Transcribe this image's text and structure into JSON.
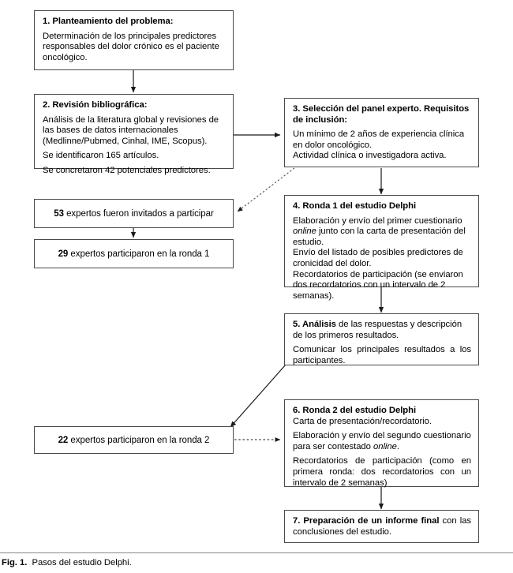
{
  "figure": {
    "caption_label": "Fig. 1.",
    "caption_text": "Pasos del estudio Delphi."
  },
  "boxes": {
    "step1": {
      "heading": "1. Planteamiento del problema:",
      "body": "Determinación de los principales predictores responsables del dolor crónico es el paciente oncológico."
    },
    "step2": {
      "heading": "2. Revisión bibliográfica:",
      "line1": "Análisis de la literatura global y revisiones de las bases de datos internacionales (Medlinne/Pubmed, Cinhal, IME, Scopus).",
      "line2": "Se identificaron 165 artículos.",
      "line3": "Se concretaron 42 potenciales predictores."
    },
    "step3": {
      "heading": "3. Selección del panel experto. Requisitos de inclusión:",
      "line1": "Un mínimo de 2 años de experiencia clínica en dolor oncológico.",
      "line2": "Actividad clínica o investigadora activa."
    },
    "step4": {
      "heading": "4. Ronda 1 del estudio Delphi",
      "line1_a": "Elaboración y envío del primer cuestionario ",
      "line1_italic": "online",
      "line1_b": " junto con la carta de presentación del estudio.",
      "line2": "Envío del listado de posibles predictores de cronicidad del dolor.",
      "line3": "Recordatorios de participación (se enviaron dos recordatorios con un intervalo de 2 semanas)."
    },
    "step5": {
      "heading_bold": "5. Análisis",
      "heading_rest": " de las respuestas y descripción de los primeros resultados.",
      "line2": "Comunicar los principales resultados a los participantes."
    },
    "step6": {
      "heading": "6. Ronda 2 del estudio Delphi",
      "line1": "Carta de presentación/recordatorio.",
      "line2_a": "Elaboración y envío del segundo cuestionario para ser contestado ",
      "line2_italic": "online",
      "line2_b": ".",
      "line3": "Recordatorios de participación (como en primera ronda: dos recordatorios con un intervalo de 2 semanas)"
    },
    "step7": {
      "heading_bold": "7. Preparación de un informe final",
      "heading_rest": " con las conclusiones del estudio."
    },
    "experts_invited": {
      "count": "53",
      "text": " expertos fueron invitados a participar"
    },
    "experts_round1": {
      "count": "29",
      "text": " expertos participaron en la ronda 1"
    },
    "experts_round2": {
      "count": "22",
      "text": " expertos participaron en la ronda 2"
    }
  },
  "connectors": [
    {
      "name": "arrow-step1-to-step2",
      "style": "solid"
    },
    {
      "name": "arrow-step2-to-step3",
      "style": "solid"
    },
    {
      "name": "arrow-step3-to-experts-invited",
      "style": "dotted"
    },
    {
      "name": "arrow-step3-to-step4",
      "style": "solid"
    },
    {
      "name": "arrow-experts-invited-to-experts-round1",
      "style": "solid"
    },
    {
      "name": "arrow-step4-to-step5",
      "style": "solid"
    },
    {
      "name": "arrow-step5-to-experts-round2",
      "style": "solid"
    },
    {
      "name": "arrow-experts-round2-to-step6",
      "style": "dotted"
    },
    {
      "name": "arrow-step6-to-step7",
      "style": "solid"
    }
  ],
  "colors": {
    "box_border": "#4a4a4a",
    "connector": "#1a1a1a",
    "background": "#ffffff",
    "text": "#000000"
  }
}
